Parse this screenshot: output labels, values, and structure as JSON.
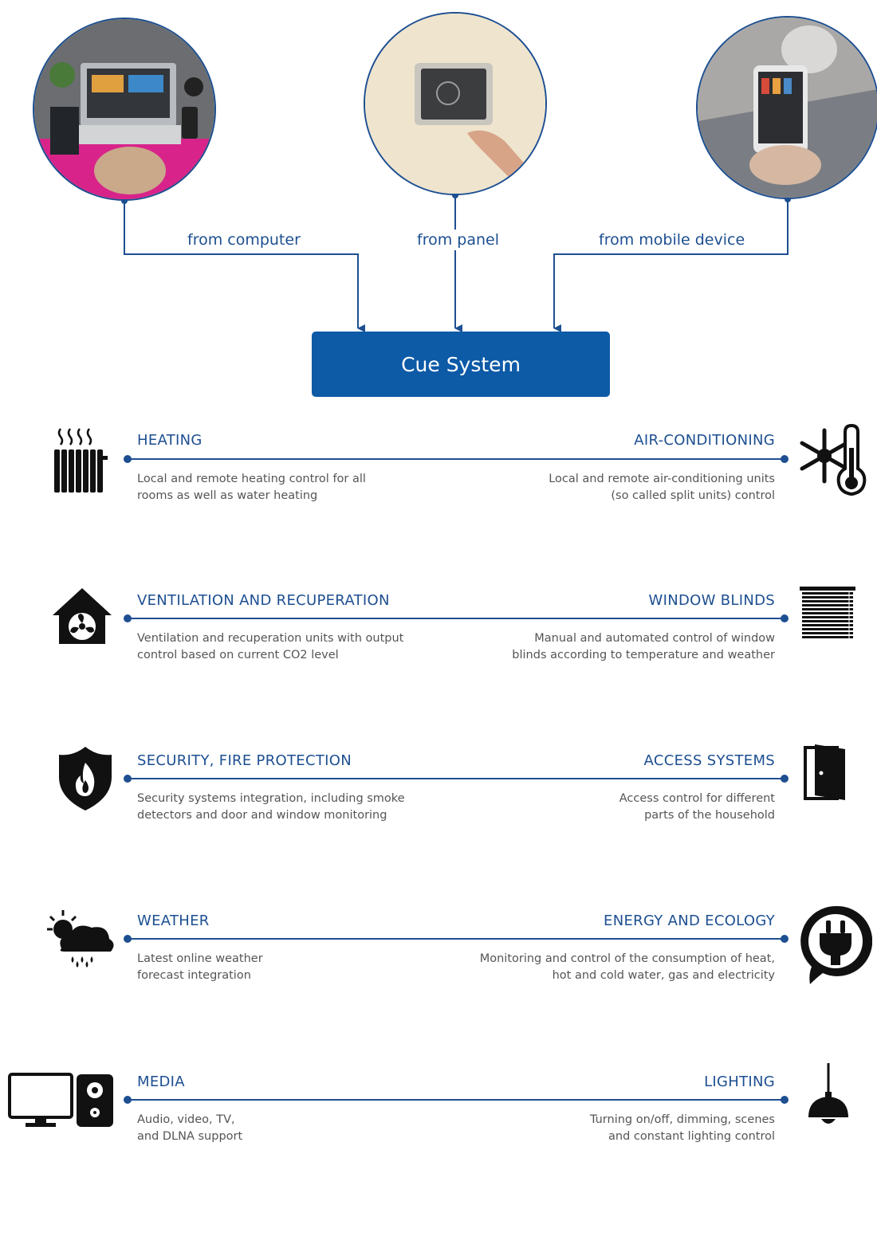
{
  "sources": [
    {
      "label": "from computer",
      "icon": "laptop-photo"
    },
    {
      "label": "from panel",
      "icon": "wall-panel-photo"
    },
    {
      "label": "from mobile device",
      "icon": "smartphone-photo"
    }
  ],
  "hub": {
    "label": "Cue System"
  },
  "features_left": [
    {
      "title": "HEATING",
      "desc": "Local and remote heating control for all rooms as well as water heating",
      "icon": "radiator-icon"
    },
    {
      "title": "VENTILATION AND RECUPERATION",
      "desc": "Ventilation and recuperation units with output control based on current CO2 level",
      "icon": "house-fan-icon"
    },
    {
      "title": "SECURITY, FIRE PROTECTION",
      "desc": "Security systems integration, including smoke detectors and door and window monitoring",
      "icon": "fire-shield-icon"
    },
    {
      "title": "WEATHER",
      "desc": "Latest online weather forecast integration",
      "icon": "sun-cloud-rain-icon"
    },
    {
      "title": "MEDIA",
      "desc": "Audio, video, TV, and DLNA support",
      "icon": "monitor-speaker-icon"
    }
  ],
  "features_right": [
    {
      "title": "AIR-CONDITIONING",
      "desc": "Local and remote air-conditioning units (so called split units) control",
      "icon": "snowflake-thermometer-icon"
    },
    {
      "title": "WINDOW BLINDS",
      "desc": "Manual and automated control of window blinds according to temperature and weather",
      "icon": "blinds-icon"
    },
    {
      "title": "ACCESS SYSTEMS",
      "desc": "Access control for different parts of the household",
      "icon": "door-icon"
    },
    {
      "title": "ENERGY AND ECOLOGY",
      "desc": "Monitoring and control of the consumption of heat, hot and cold water, gas and electricity",
      "icon": "eco-plug-icon"
    },
    {
      "title": "LIGHTING",
      "desc": "Turning on/off, dimming, scenes and constant lighting control",
      "icon": "pendant-lamp-icon"
    }
  ],
  "colors": {
    "line": "#1d4f91",
    "hub": "#0d5aa7",
    "text": "#555555",
    "icon": "#111111"
  }
}
